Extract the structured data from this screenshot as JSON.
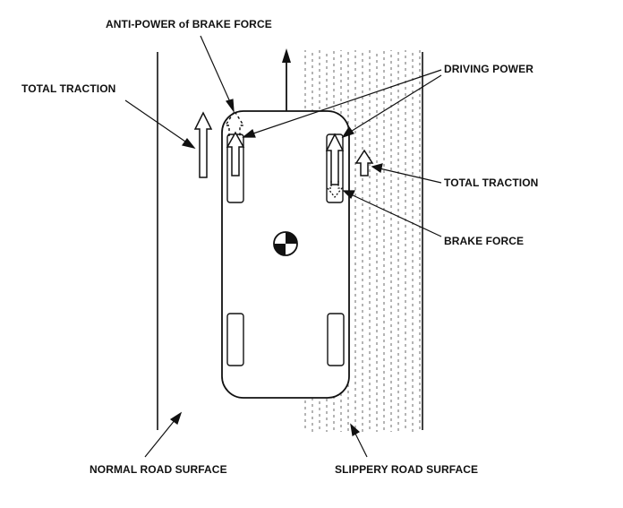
{
  "labels": {
    "anti_power": "ANTI-POWER of BRAKE FORCE",
    "total_traction_left": "TOTAL TRACTION",
    "driving_power": "DRIVING POWER",
    "total_traction_right": "TOTAL TRACTION",
    "brake_force": "BRAKE FORCE",
    "normal_surface": "NORMAL ROAD SURFACE",
    "slippery_surface": "SLIPPERY ROAD SURFACE"
  },
  "colors": {
    "ink": "#111111",
    "paper": "#ffffff"
  }
}
